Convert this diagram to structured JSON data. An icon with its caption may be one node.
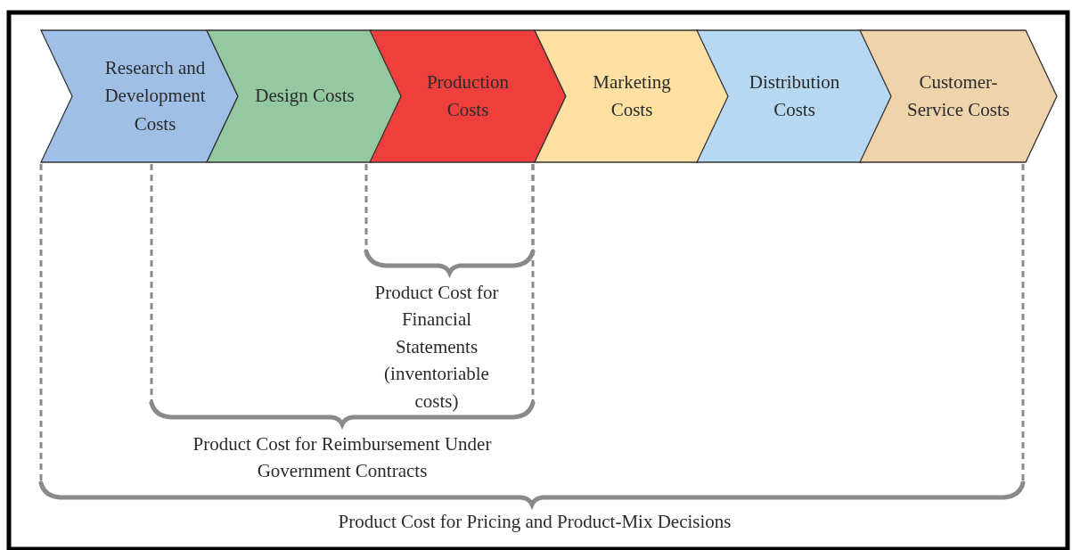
{
  "diagram": {
    "nodes": [
      {
        "text": [
          "Research and Development Costs"
        ]
      },
      {
        "text": [
          "Design Costs"
        ]
      },
      {
        "text": [
          "Production Costs"
        ]
      },
      {
        "text": [
          "Marketing Costs"
        ]
      },
      {
        "text": [
          "Distribution Costs"
        ]
      },
      {
        "text": [
          "Customer-Service Costs"
        ]
      }
    ],
    "labels": [
      "Product Cost for Financial Statements (inventoriable costs)",
      "Product Cost for Reimbursement Under Government Contracts",
      "Product Cost for Pricing and Product-Mix Decisions"
    ]
  }
}
